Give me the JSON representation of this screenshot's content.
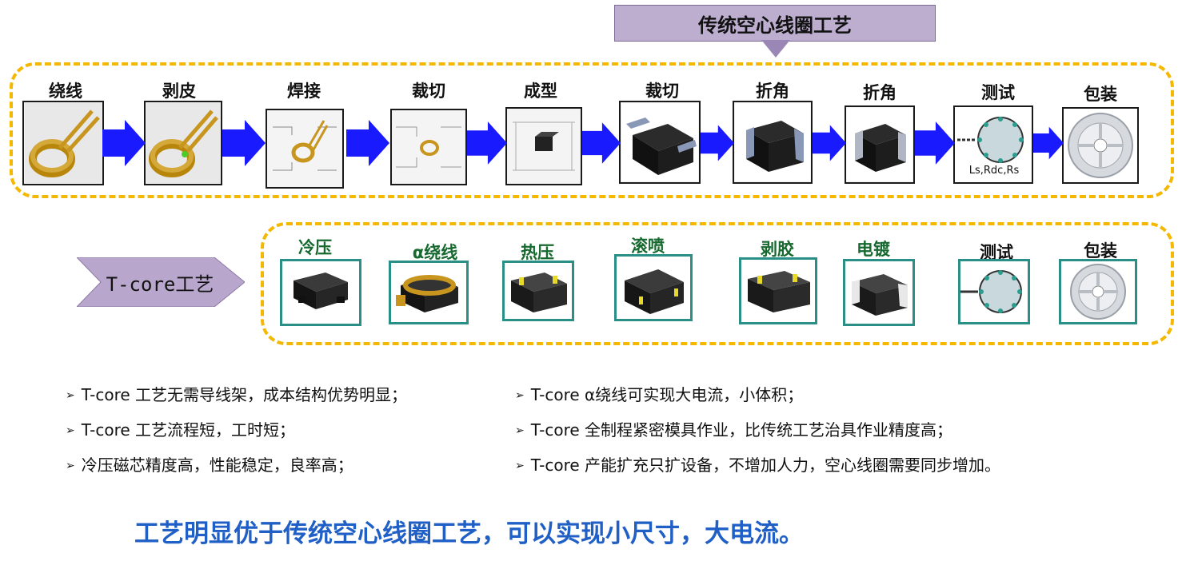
{
  "title": "传统空心线圈工艺",
  "traditional_steps": [
    {
      "label": "绕线",
      "icon": "coil-icon"
    },
    {
      "label": "剥皮",
      "icon": "coil-stripped-icon"
    },
    {
      "label": "焊接",
      "icon": "welded-coil-icon"
    },
    {
      "label": "裁切",
      "icon": "cut-coil-icon"
    },
    {
      "label": "成型",
      "icon": "molded-core-icon"
    },
    {
      "label": "裁切",
      "icon": "cut-component-icon"
    },
    {
      "label": "折角",
      "icon": "bent-terminal-icon"
    },
    {
      "label": "折角",
      "icon": "bent-terminal-icon"
    },
    {
      "label": "测试",
      "icon": "test-fixture-icon",
      "caption": "Ls,Rdc,Rs"
    },
    {
      "label": "包装",
      "icon": "tape-reel-icon"
    }
  ],
  "tcore_label": "T-core工艺",
  "tcore_steps": [
    {
      "label": "冷压",
      "icon": "cold-press-core-icon"
    },
    {
      "label": "α绕线",
      "icon": "alpha-winding-icon"
    },
    {
      "label": "热压",
      "icon": "hot-press-icon"
    },
    {
      "label": "滚喷",
      "icon": "spray-coat-icon"
    },
    {
      "label": "剥胶",
      "icon": "glue-strip-icon"
    },
    {
      "label": "电镀",
      "icon": "plating-icon"
    },
    {
      "label": "测试",
      "icon": "test-fixture-icon"
    },
    {
      "label": "包装",
      "icon": "tape-reel-icon"
    }
  ],
  "bullets_left": [
    "T-core 工艺无需导线架，成本结构优势明显；",
    "T-core 工艺流程短，工时短；",
    "冷压磁芯精度高，性能稳定，良率高；"
  ],
  "bullets_right": [
    "T-core α绕线可实现大电流，小体积；",
    "T-core 全制程紧密模具作业，比传统工艺治具作业精度高；",
    "T-core 产能扩充只扩设备，不增加人力，空心线圈需要同步增加。"
  ],
  "bullet_marker": "➢",
  "conclusion": "工艺明显优于传统空心线圈工艺，可以实现小尺寸，大电流。",
  "colors": {
    "dash": "#f4b800",
    "arrow": "#1a1aff",
    "tcore_label": "#17692f",
    "conclusion": "#1f5fc6",
    "title_bg": "#bdaed0",
    "tcore_frame": "#2a8f86"
  }
}
